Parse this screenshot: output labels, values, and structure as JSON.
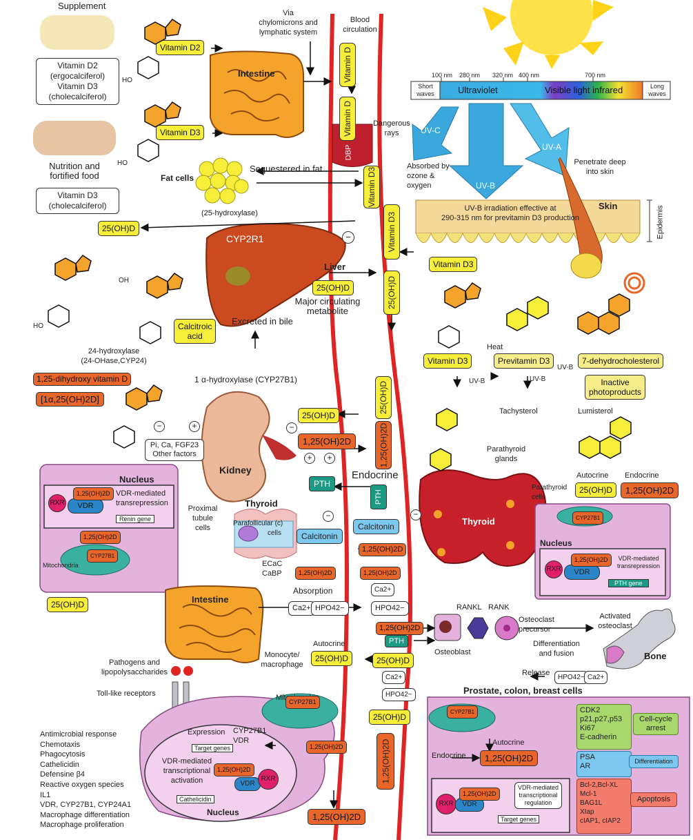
{
  "colors": {
    "blood": "#e02424",
    "yellow": "#f7ee3a",
    "orange": "#e9662a",
    "cell": "#e3b3de",
    "teal": "#1c9a84",
    "lightblue": "#7cc8ef",
    "uv": "#3aa8dd",
    "skin": "#f5d99a",
    "green": "#a8d86c",
    "salmon": "#f47c6c"
  },
  "top": {
    "supplement": "Supplement",
    "vit_d2_box": [
      "Vitamin D2",
      "(ergocalciferol)",
      "Vitamin D3",
      "(cholecalciferol)"
    ],
    "nutrition": [
      "Nutrition and",
      "fortified food"
    ],
    "vit_d3_box": [
      "Vitamin D3",
      "(cholecalciferol)"
    ],
    "via": [
      "Via",
      "chylomicrons and",
      "lymphatic system"
    ],
    "blood_circ": [
      "Blood",
      "circulation"
    ],
    "vitamin_d2_label": "Vitamin D2",
    "vitamin_d3_label": "Vitamin D3",
    "intestine": "Intestine",
    "vitamin_d": "Vitamin D",
    "dbp": "DBP",
    "dangerous": [
      "Dangerous",
      "rays"
    ],
    "fat_cells": "Fat cells",
    "sequestered": "Sequestered in fat",
    "hydroxylase25": "(25-hydroxylase)",
    "oh25d": "25(OH)D",
    "cyp2r1": "CYP2R1",
    "liver": "Liver",
    "major": [
      "Major circulating",
      "metabolite"
    ],
    "calcitroic": [
      "Calcitroic",
      "acid"
    ],
    "excreted": "Excreted in bile",
    "hydroxylase24": [
      "24-hydroxylase",
      "(24-OHase,CYP24)"
    ],
    "minus": "−",
    "ho": "HO",
    "oh": "OH"
  },
  "spectrum": {
    "nm": [
      "100 nm",
      "280 nm",
      "320 nm",
      "400 nm",
      "700 nm"
    ],
    "short": [
      "Short",
      "waves"
    ],
    "long": [
      "Long",
      "waves"
    ],
    "ultraviolet": "Ultraviolet",
    "visible": "Visible light infrared",
    "uvc": "UV-C",
    "uvb": "UV-B",
    "uva": "UV-A",
    "absorbed": [
      "Absorbed by",
      "ozone &",
      "oxygen"
    ],
    "penetrate": [
      "Penetrate deep",
      "into skin"
    ],
    "skin": "Skin",
    "epidermis": "Epidermis",
    "irradiation": [
      "UV-B irradiation effective at",
      "290-315 nm for previtamin D3 production"
    ]
  },
  "photo": {
    "vitamin_d3": "Vitamin D3",
    "previtamin": "Previtamin D3",
    "dehydro": "7-dehydrocholesterol",
    "heat": "Heat",
    "uvb": "UV-B",
    "inactive": [
      "Inactive",
      "photoproducts"
    ],
    "tachysterol": "Tachysterol",
    "lumisterol": "Lumisterol"
  },
  "kidney": {
    "dihydroxy": "1,25-dihydroxy vitamin D",
    "formula": "[1α,25(OH)2D]",
    "alpha_hydrox": "1 α-hydroxylase (CYP27B1)",
    "factors": [
      "Pi, Ca, FGF23",
      "Other factors"
    ],
    "kidney": "Kidney",
    "proximal": [
      "Proximal",
      "tubule",
      "cells"
    ],
    "oh25d": "25(OH)D",
    "d125": "1,25(OH)2D",
    "endocrine": "Endocrine",
    "pth": "PTH",
    "calcitonin": "Calcitonin",
    "thyroid": "Thyroid",
    "parafollicular": [
      "Parafollicular (c)",
      "cells"
    ],
    "plus": "+",
    "minus": "−"
  },
  "cell_left": {
    "nucleus": "Nucleus",
    "rxr": "RXR",
    "vdr": "VDR",
    "d125": "1,25(OH)2D",
    "transrep": [
      "VDR-mediated",
      "transrepression"
    ],
    "renin": "Renin gene",
    "mito": "Mitochondria",
    "cyp27b1": "CYP27B1",
    "oh25d": "25(OH)D"
  },
  "parathyroid": {
    "glands": [
      "Parathyroid",
      "glands"
    ],
    "thyroid": "Thyroid",
    "autocrine": "Autocrine",
    "endocrine": "Endocrine",
    "cells": [
      "Parathyroid",
      "cells"
    ],
    "oh25d": "25(OH)D",
    "d125": "1,25(OH)2D",
    "cyp27b1": "CYP27B1",
    "nucleus": "Nucleus",
    "rxr": "RXR",
    "vdr": "VDR",
    "transrep": [
      "VDR-mediated",
      "transrepression"
    ],
    "pth_gene": "PTH gene"
  },
  "gut": {
    "ecac": [
      "ECaC",
      "CaBP"
    ],
    "d125": "1,25(OH)2D",
    "absorption": "Absorption",
    "intestine": "Intestine",
    "ca": "Ca2+",
    "hpo4": "HPO42−"
  },
  "bone": {
    "rankl": "RANKL",
    "rank": "RANK",
    "osteoclast_prec": [
      "Osteoclast",
      "precursor"
    ],
    "activated": [
      "Activated",
      "osteoclast"
    ],
    "osteoblast": "Osteoblast",
    "diff": [
      "Differentiation",
      "and fusion"
    ],
    "bone": "Bone",
    "release": "Release",
    "d125": "1,25(OH)2D",
    "pth": "PTH"
  },
  "macro": {
    "autocrine": "Autocrine",
    "monocyte": [
      "Monocyte/",
      "macrophage"
    ],
    "pathogens": [
      "Pathogens and",
      "lipopolysaccharides"
    ],
    "toll": "Toll-like receptors",
    "mito": "Mitochondria",
    "cyp27b1": "CYP27B1",
    "expression": "Expression",
    "vdr": "VDR",
    "target": "Target genes",
    "vdr_mediated": [
      "VDR-mediated",
      "transcriptional",
      "activation"
    ],
    "cathelicidin": "Cathelicidin",
    "rxr": "RXR",
    "nucleus": "Nucleus",
    "oh25d": "25(OH)D",
    "d125": "1,25(OH)2D",
    "list": [
      "Antimicrobial response",
      "Chemotaxis",
      "Phagocytosis",
      "Cathelicidin",
      "Defensine β4",
      "Reactive oxygen species",
      "IL1",
      "VDR, CYP27B1, CYP24A1",
      "Macrophage differentiation",
      "Macrophage proliferation"
    ]
  },
  "prostate": {
    "title": "Prostate, colon, breast cells",
    "cyp27b1": "CYP27B1",
    "autocrine": "Autocrine",
    "endocrine": "Endocrine",
    "d125": "1,25(OH)2D",
    "oh25d": "25(OH)D",
    "rxr": "RXR",
    "vdr": "VDR",
    "vdr_reg": [
      "VDR-mediated",
      "transcriptional",
      "regulation"
    ],
    "target": "Target genes",
    "cdk": [
      "CDK2",
      "p21,p27,p53",
      "Ki67",
      "E-cadherin"
    ],
    "arrest": [
      "Cell-cycle",
      "arrest"
    ],
    "psa": [
      "PSA",
      "AR"
    ],
    "differentiation": "Differentiation",
    "bcl": [
      "Bcl-2,Bcl-XL",
      "Mcl-1",
      "BAG1L",
      "XIap",
      "cIAP1, cIAP2"
    ],
    "apoptosis": "Apoptosis"
  }
}
